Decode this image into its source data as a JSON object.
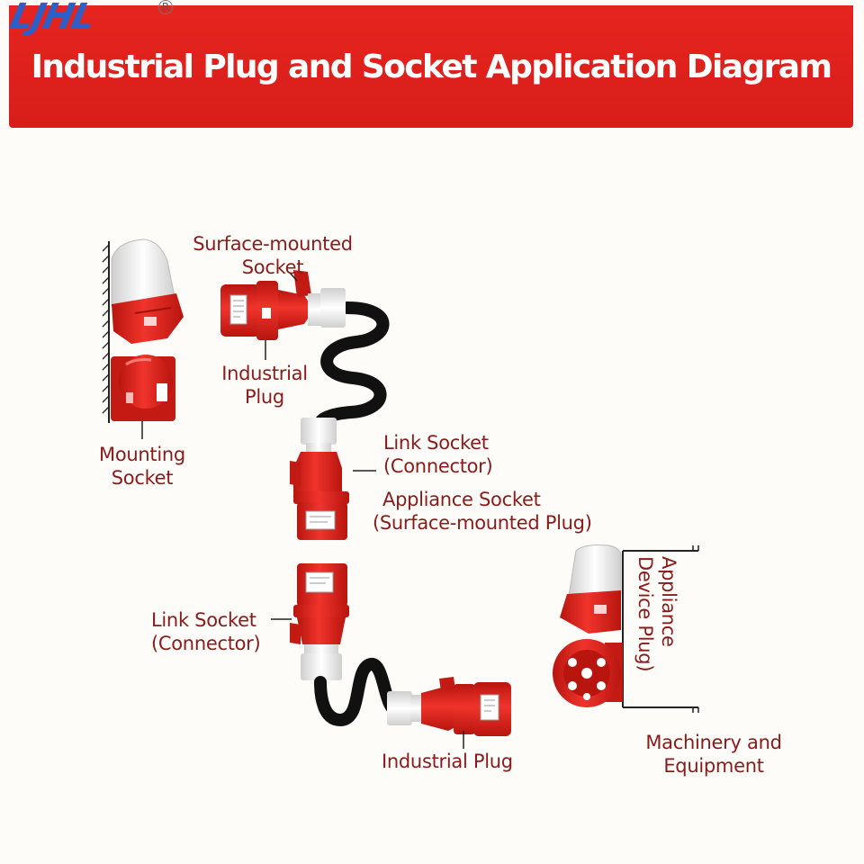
{
  "header": {
    "logo_text": "LJHL",
    "registered_mark": "R",
    "title": "Industrial Plug and Socket Application Diagram"
  },
  "labels": {
    "surface_mounted_socket": [
      "Surface-mounted",
      "Socket"
    ],
    "industrial_plug_top": [
      "Industrial",
      "Plug"
    ],
    "mounting_socket": [
      "Mounting",
      "Socket"
    ],
    "link_socket_top": [
      "Link Socket",
      "(Connector)"
    ],
    "appliance_socket": [
      "Appliance Socket",
      "(Surface-mounted Plug)"
    ],
    "link_socket_bottom": [
      "Link Socket",
      "(Connector)"
    ],
    "industrial_plug_bottom": "Industrial Plug",
    "appliance_device_plug": [
      "Appliance",
      "Device Plug)"
    ],
    "machinery": [
      "Machinery and",
      "Equipment"
    ]
  },
  "colors": {
    "banner_red": "#e0221d",
    "label_text": "#8b1a1a",
    "device_red": "#e3241e",
    "device_white": "#f1f1f1",
    "cable_black": "#111111"
  }
}
